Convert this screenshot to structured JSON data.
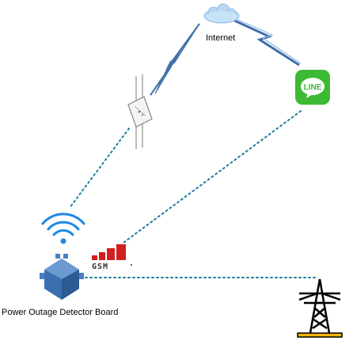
{
  "diagram": {
    "nodes": {
      "internet": {
        "label": "Internet",
        "icon": "cloud-icon"
      },
      "access_point": {
        "icon": "wifi-access-point-icon"
      },
      "line_app": {
        "icon": "line-messenger-icon",
        "text": "LINE"
      },
      "detector_board": {
        "label": "Power Outage Detector Board",
        "icon": "cube-board-icon"
      },
      "wifi": {
        "icon": "wifi-signal-icon"
      },
      "gsm": {
        "icon": "gsm-logo-icon",
        "text": "GSM"
      },
      "power_tower": {
        "icon": "power-pylon-icon"
      }
    },
    "colors": {
      "link_dotted": "#1a7f9c",
      "wireless_bolt": "#5a8fc7",
      "cloud": "#b8d8f4",
      "wifi": "#1e88e5",
      "board": "#3a6fb0",
      "gsm_red": "#d01f1f",
      "line_green": "#3dba34",
      "tower_base": "#f2b400"
    }
  }
}
